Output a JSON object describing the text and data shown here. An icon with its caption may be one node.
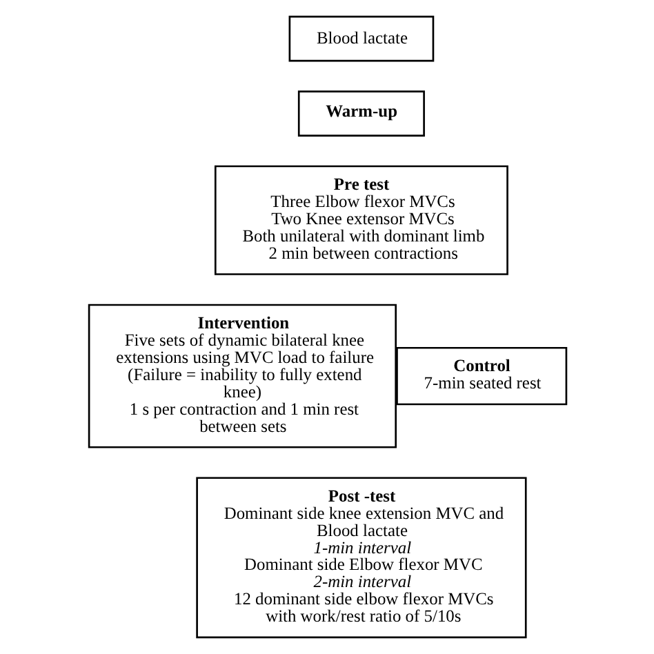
{
  "diagram": {
    "nodes": [
      {
        "text": [
          "Blood lactate"
        ]
      },
      {
        "text": [
          "Warm-up"
        ]
      },
      {
        "text": [
          "Pre test",
          "Three Elbow flexor MVCs",
          "Two Knee extensor MVCs",
          "Both unilateral with dominant limb",
          "2 min between contractions"
        ]
      },
      {
        "text": [
          "Intervention",
          "Five sets of dynamic bilateral knee extensions using MVC load to failure",
          "(Failure = inability to fully extend knee)",
          "1 s per contraction and 1 min rest between sets"
        ]
      },
      {
        "text": [
          "Control",
          "7-min seated rest"
        ]
      },
      {
        "text": [
          "Post -test",
          "Dominant side knee extension MVC and Blood lactate",
          "*1-min interval*",
          "Dominant side Elbow flexor MVC",
          "*2-min interval*",
          "12 dominant side elbow flexor MVCs with work/rest ratio of 5/10s"
        ]
      }
    ],
    "edges": []
  }
}
